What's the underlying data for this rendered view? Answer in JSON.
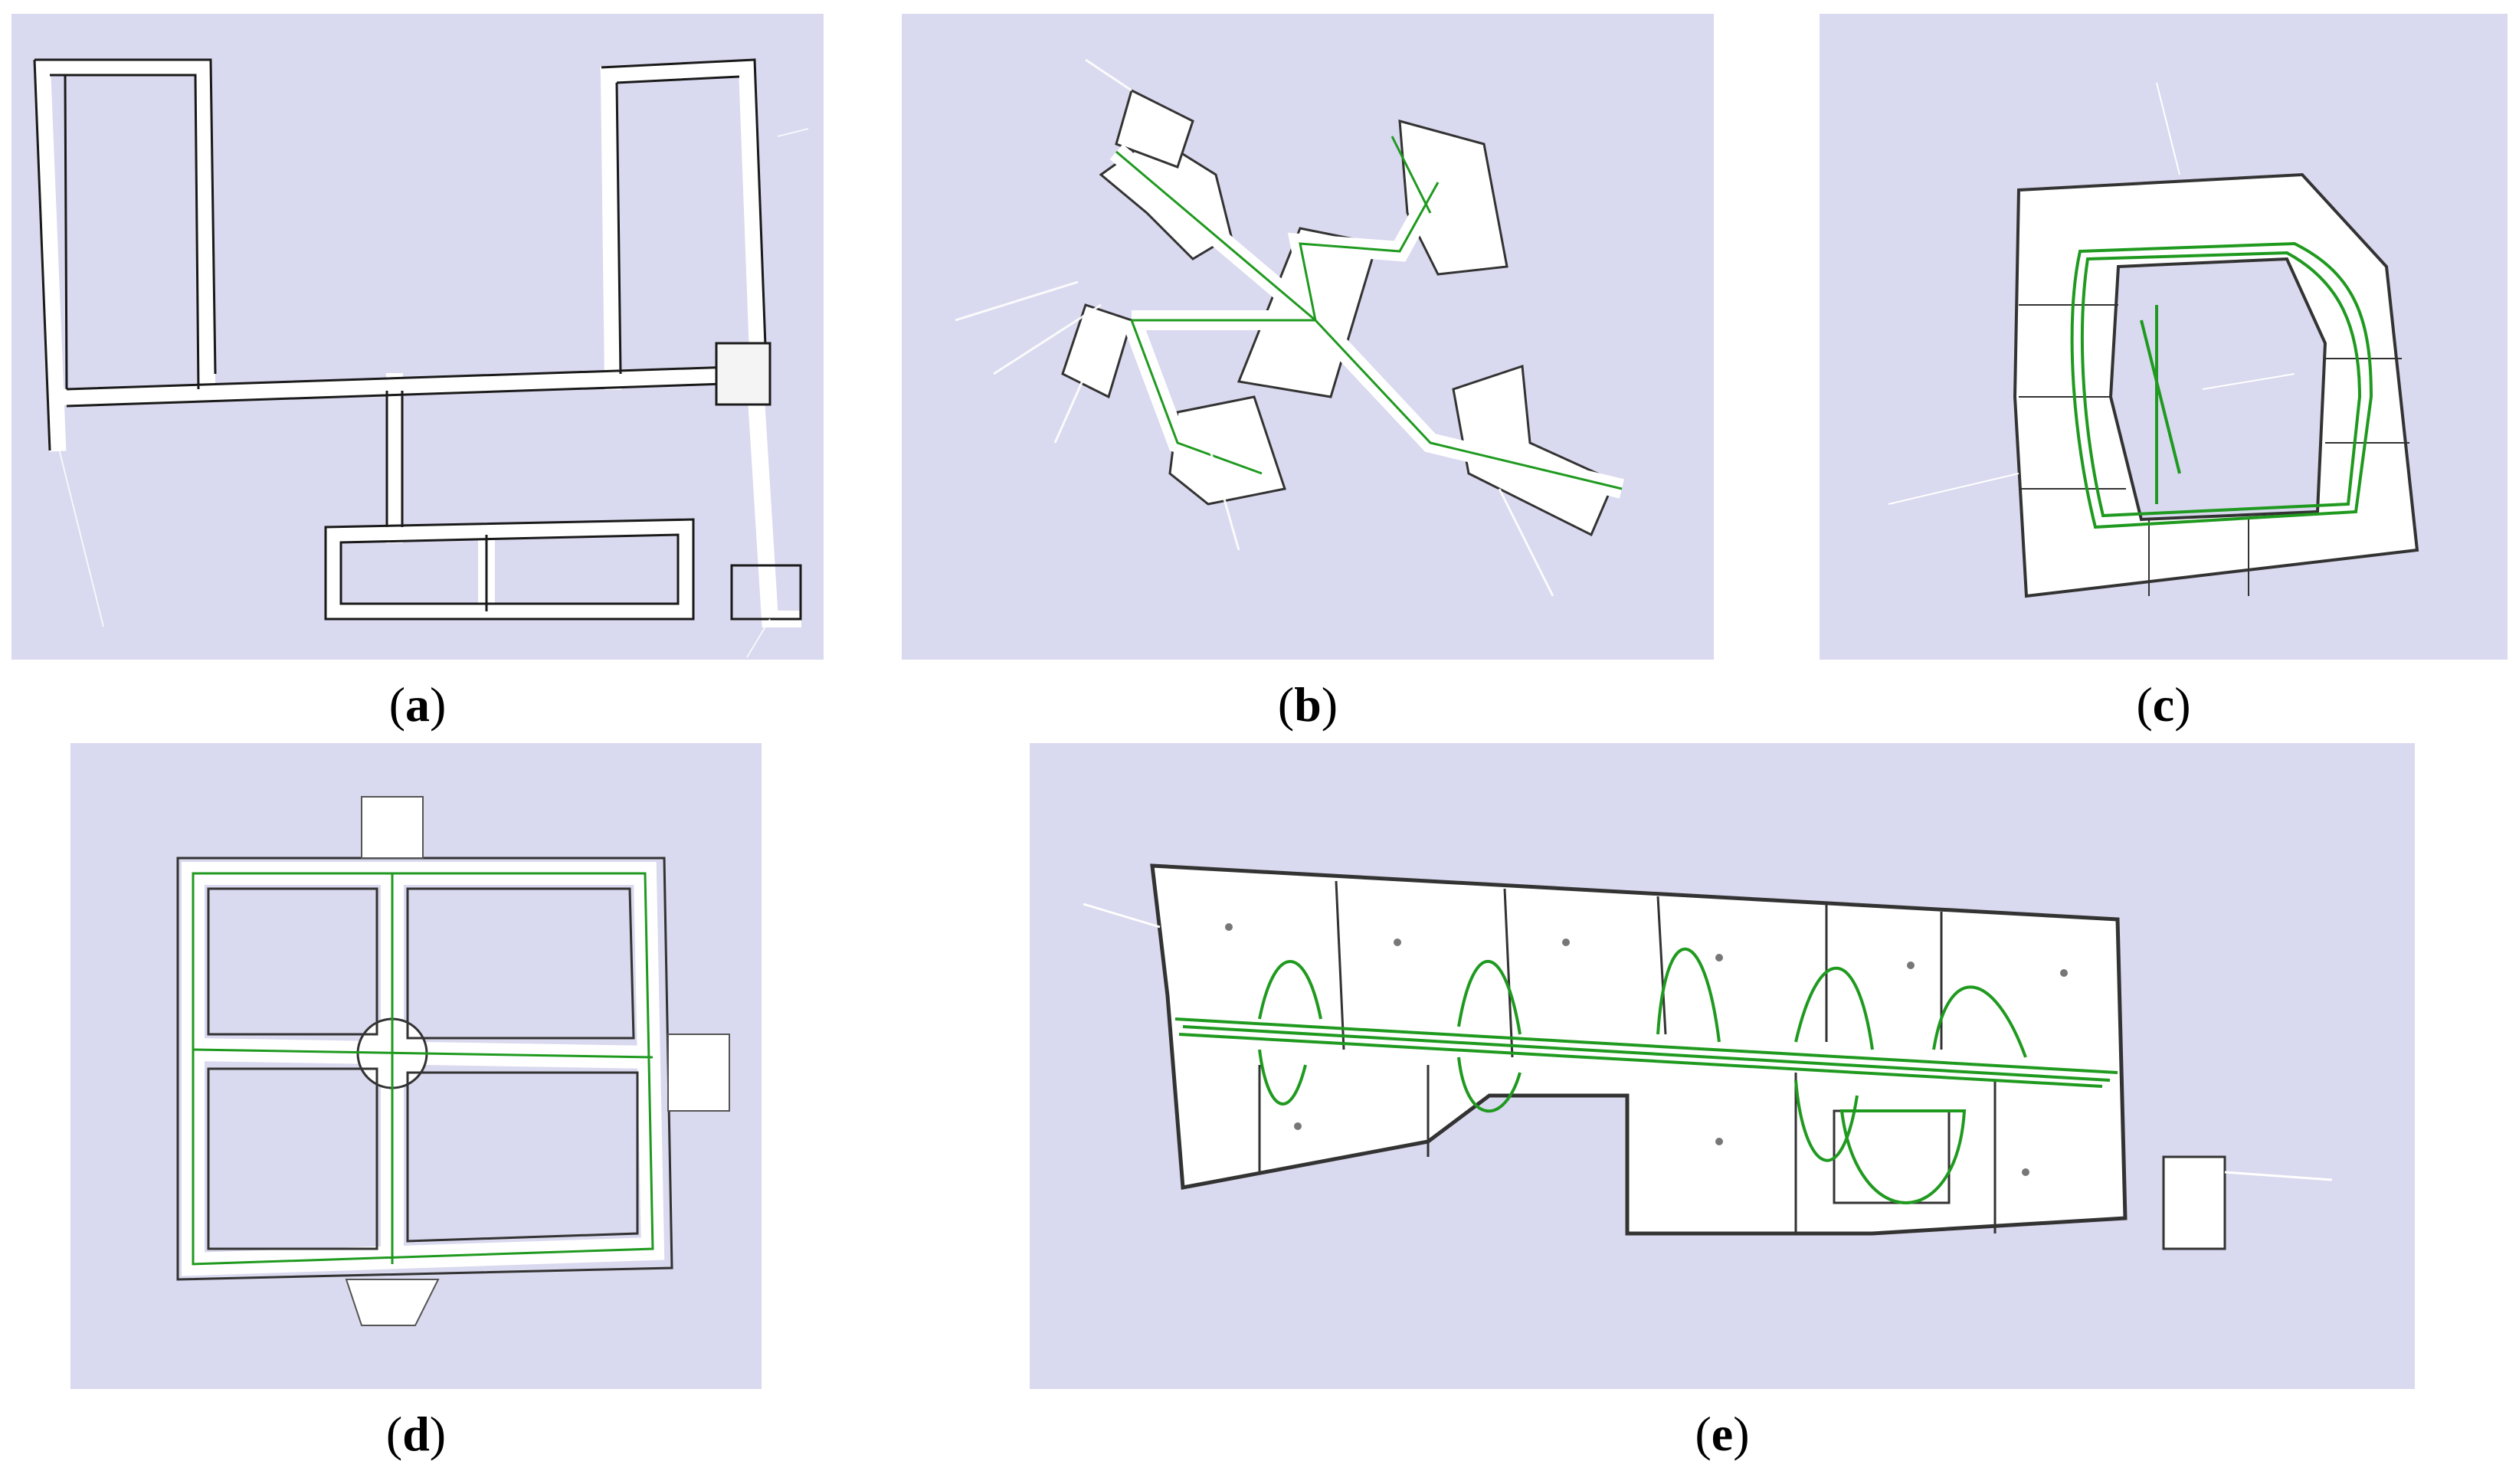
{
  "figure": {
    "panels": [
      {
        "id": "a",
        "label": "a"
      },
      {
        "id": "b",
        "label": "b"
      },
      {
        "id": "c",
        "label": "c"
      },
      {
        "id": "d",
        "label": "d"
      },
      {
        "id": "e",
        "label": "e"
      }
    ]
  },
  "colors": {
    "background": "#d9d9ef",
    "free_space": "#ffffff",
    "walls": "#1a1a1a",
    "trajectory": "#1f9a1f"
  }
}
